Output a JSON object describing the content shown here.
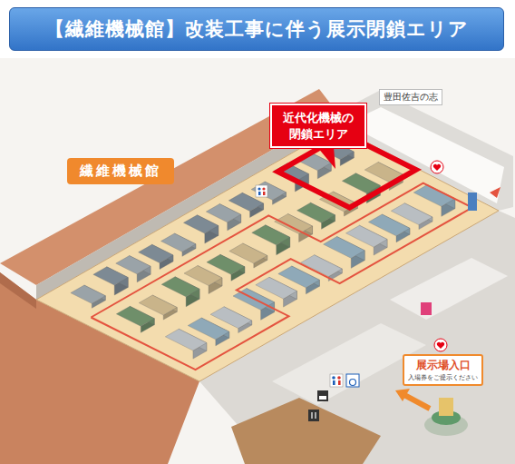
{
  "diagram": {
    "title": "【繊維機械館】改装工事に伴う展示閉鎖エリア",
    "nodes": [
      {
        "text": [
          "繊維機械館"
        ]
      },
      {
        "text": [
          "近代化機械の 閉鎖エリア"
        ]
      },
      {
        "text": [
          "豊田佐吉の志"
        ]
      },
      {
        "text": [
          "展示場入口",
          "入場券をご提示ください"
        ]
      }
    ]
  }
}
